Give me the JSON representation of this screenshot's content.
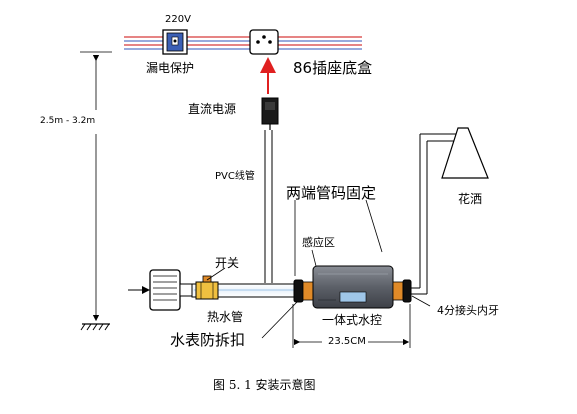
{
  "labels": {
    "voltage": "220V",
    "leakage_protector": "漏电保护",
    "socket_box": "86插座底盒",
    "dc_power": "直流电源",
    "height_range": "2.5m - 3.2m",
    "pvc_conduit": "PVC线管",
    "fix_ends": "两端管码固定",
    "sensing_zone": "感应区",
    "shower_head": "花洒",
    "switch": "开关",
    "hot_water_pipe": "热水管",
    "integrated_controller": "一体式水控",
    "fitting": "4分接头内牙",
    "meter_clamp": "水表防拆扣",
    "length": "23.5CM"
  },
  "caption": "图 5. 1 安装示意图",
  "colors": {
    "wire_red": "#d83a3a",
    "wire_blue": "#5a78c8",
    "arrow_red": "#e02020",
    "pipe_highlight": "#9fc6e8",
    "fitting_orange": "#e08a28",
    "controller_dark": "#5c6068"
  },
  "icons": [
    "breaker-icon",
    "socket-box-icon",
    "dc-adapter-icon",
    "shower-head-icon",
    "water-meter-icon",
    "valve-icon",
    "ground-symbol-icon"
  ]
}
